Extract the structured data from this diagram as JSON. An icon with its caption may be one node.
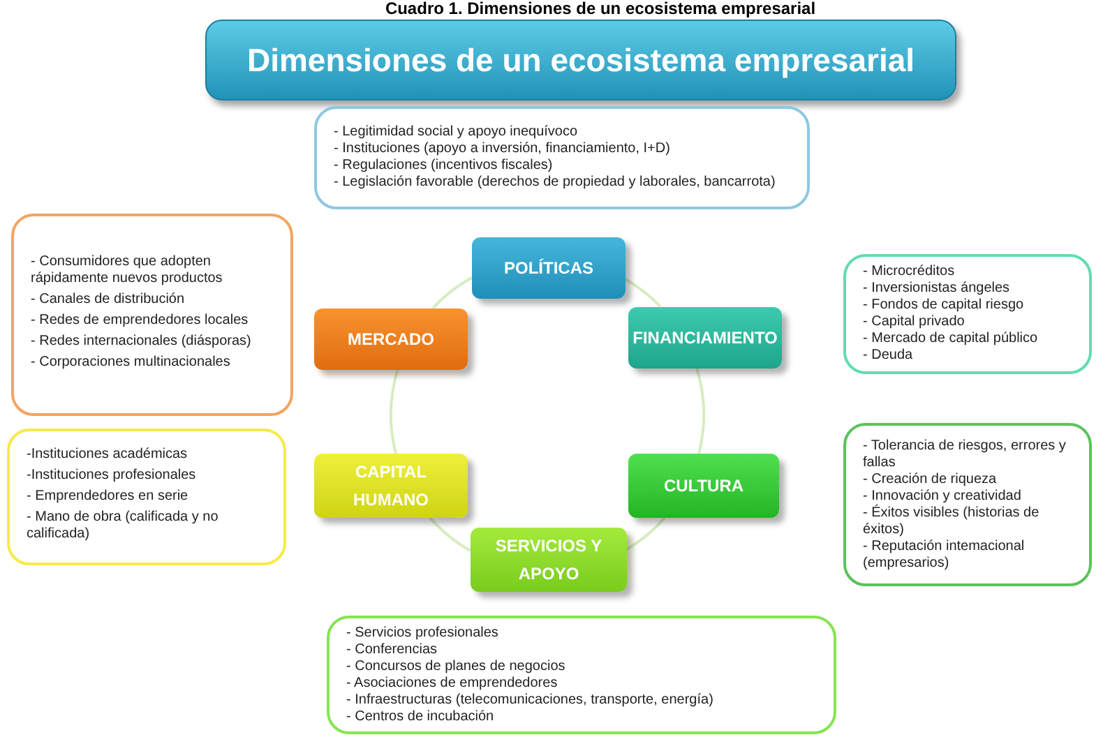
{
  "diagram": {
    "title": "Cuadro 1. Dimensiones de un ecosistema empresarial",
    "nodes": [
      {
        "text": [
          "Dimensiones de un ecosistema empresarial"
        ]
      },
      {
        "text": [
          "- Legitimidad social y apoyo inequívoco",
          "- Instituciones (apoyo a inversión, financiamiento, I+D)",
          "- Regulaciones (incentivos fiscales)",
          "- Legislación favorable (derechos de propiedad y laborales, bancarrota)"
        ]
      },
      {
        "text": [
          "POLÍTICAS"
        ]
      },
      {
        "text": [
          "- Consumidores que adopten rápidamente nuevos productos",
          "- Canales de distribución",
          "- Redes de emprendedores locales",
          "- Redes internacionales (diásporas)",
          "- Corporaciones multinacionales"
        ]
      },
      {
        "text": [
          "- Microcréditos",
          "- Inversionistas ángeles",
          "- Fondos de capital riesgo",
          "- Capital privado",
          "- Mercado de capital público",
          "- Deuda"
        ]
      },
      {
        "text": [
          "MERCADO"
        ]
      },
      {
        "text": [
          "FINANCIAMIENTO"
        ]
      },
      {
        "text": [
          "-Instituciones académicas",
          "-Instituciones profesionales",
          "- Emprendedores en serie",
          "- Mano de obra (calificada y no calificada)"
        ]
      },
      {
        "text": [
          "CAPITAL HUMANO"
        ]
      },
      {
        "text": [
          "CULTURA"
        ]
      },
      {
        "text": [
          "- Tolerancia de riesgos, errores y fallas",
          "- Creación de riqueza",
          "- Innovación y creatividad",
          "- Éxitos visibles (historias de éxitos)",
          "- Reputación intemacional (empresarios)"
        ]
      },
      {
        "text": [
          "SERVICIOS Y APOYO"
        ]
      },
      {
        "text": [
          "- Servicios profesionales",
          "- Conferencias",
          "- Concursos de planes de negocios",
          "- Asociaciones de emprendedores",
          "- Infraestructuras (telecomunicaciones, transporte, energía)",
          "- Centros de incubación"
        ]
      }
    ],
    "edges": [
      {
        "from": 2,
        "to": 6,
        "arrow": "none"
      },
      {
        "from": 6,
        "to": 9,
        "arrow": "none"
      },
      {
        "from": 9,
        "to": 11,
        "arrow": "none"
      },
      {
        "from": 11,
        "to": 8,
        "arrow": "none"
      },
      {
        "from": 8,
        "to": 5,
        "arrow": "none"
      },
      {
        "from": 5,
        "to": 2,
        "arrow": "none"
      }
    ]
  }
}
